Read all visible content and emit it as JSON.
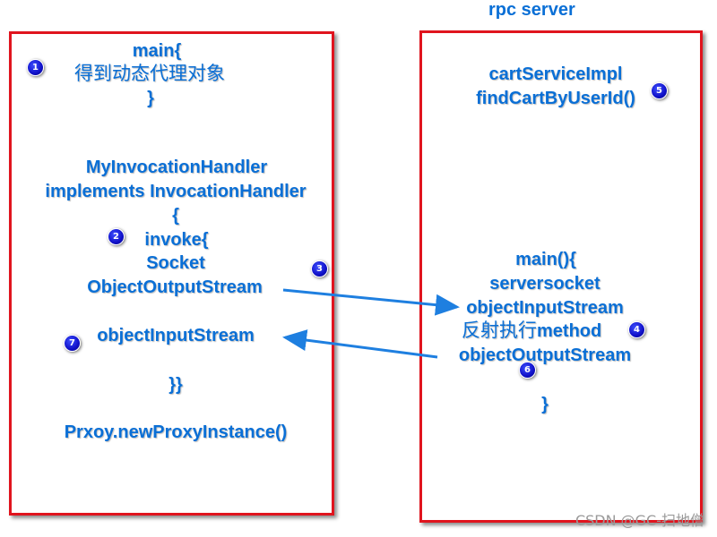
{
  "right_title": "rpc server",
  "client": {
    "main_open": "main{",
    "proxy_text": "得到动态代理对象",
    "main_close": "}",
    "handler_class": "MyInvocationHandler",
    "handler_implements": "implements InvocationHandler",
    "brace_open": "{",
    "invoke": "invoke{",
    "socket": "Socket",
    "oos": "ObjectOutputStream",
    "ois": "objectInputStream",
    "braces_close": "}}",
    "proxy_call": "Prxoy.newProxyInstance()"
  },
  "server": {
    "impl": "cartServiceImpl",
    "method": "findCartByUserId()",
    "main_open": "main(){",
    "serversocket": "serversocket",
    "ois": "objectInputStream",
    "reflect_cn": "反射执行",
    "reflect_en": "method",
    "oos": "objectOutputStream",
    "close": "}"
  },
  "badges": [
    "1",
    "2",
    "3",
    "4",
    "5",
    "6",
    "7"
  ],
  "colors": {
    "text": "#0a6fd6",
    "box_border": "#e0141e",
    "badge": "#1010c8",
    "arrow": "#1e7fe0"
  },
  "watermark": "CSDN @GC-扫地僧"
}
